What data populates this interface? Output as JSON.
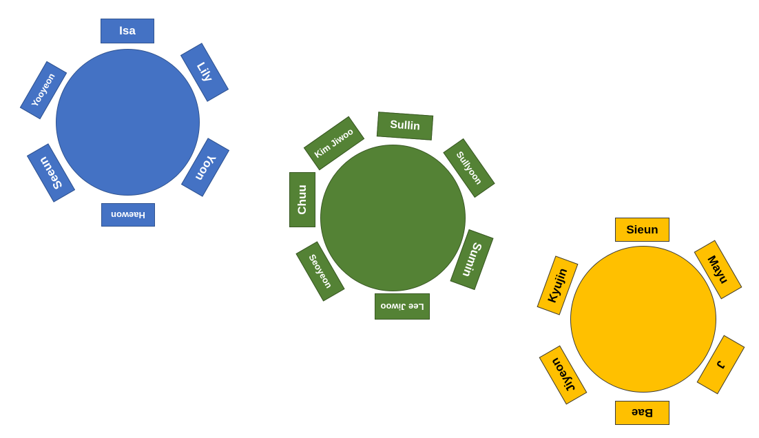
{
  "tables": [
    {
      "id": "blue",
      "color": "#4472c4",
      "seats": [
        "Isa",
        "Lily",
        "Yoon",
        "Haewon",
        "Seeun",
        "Yooyeon"
      ]
    },
    {
      "id": "green",
      "color": "#548235",
      "seats": [
        "Sullin",
        "Sullyoon",
        "Sumin",
        "Lee Jiwoo",
        "Seoyeon",
        "Chuu",
        "Kim Jiwoo"
      ]
    },
    {
      "id": "yellow",
      "color": "#ffc000",
      "seats": [
        "Sieun",
        "Mayu",
        "J",
        "Bae",
        "Jiyeon",
        "Kyujin"
      ]
    }
  ]
}
